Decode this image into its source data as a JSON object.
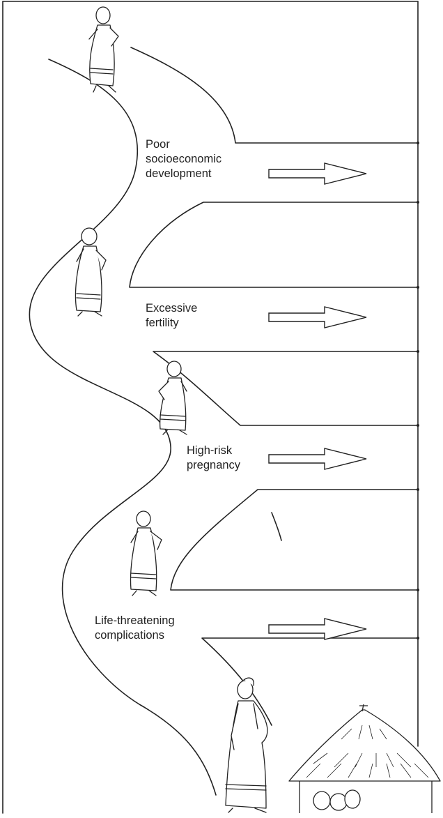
{
  "figure": {
    "stages": [
      {
        "id": "socioeconomic",
        "label": "Poor\nsocioeconomic\ndevelopment"
      },
      {
        "id": "fertility",
        "label": "Excessive\nfertility"
      },
      {
        "id": "high-risk",
        "label": "High-risk\npregnancy"
      },
      {
        "id": "complications",
        "label": "Life-threatening\ncomplications"
      }
    ],
    "colors": {
      "line": "#222222",
      "background": "#ffffff"
    },
    "icons": [
      "walking-woman-icon",
      "pregnant-woman-icon",
      "hut-icon",
      "clay-pot-icon",
      "exit-arrow-icon"
    ]
  }
}
